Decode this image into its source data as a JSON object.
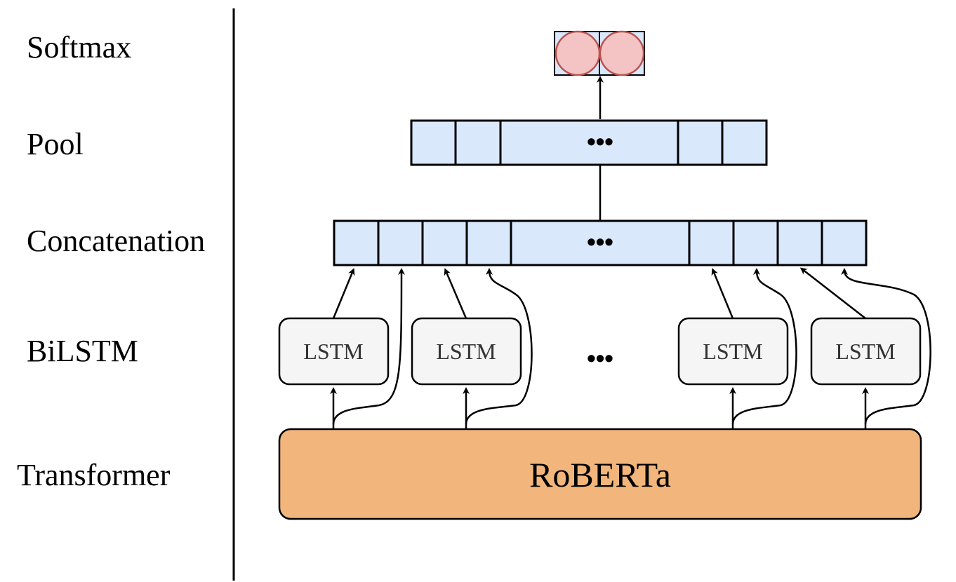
{
  "layers": {
    "softmax": "Softmax",
    "pool": "Pool",
    "concatenation": "Concatenation",
    "bilstm": "BiLSTM",
    "transformer": "Transformer"
  },
  "roberta_label": "RoBERTa",
  "lstm_label": "LSTM",
  "ellipsis": "•••",
  "colors": {
    "vector_cell": "#dae8fc",
    "lstm_box": "#f5f5f5",
    "roberta_box": "#f2b67c",
    "neuron_fill": "#f4c4c4",
    "neuron_stroke": "#b85450"
  }
}
